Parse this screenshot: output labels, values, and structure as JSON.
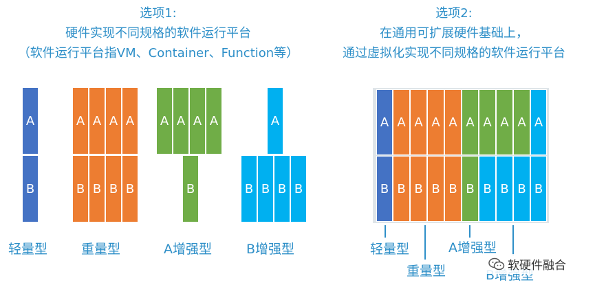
{
  "left_heading": {
    "line1": "选项1:",
    "line2": "硬件实现不同规格的软件运行平台",
    "line3": "（软件运行平台指VM、Container、Function等）"
  },
  "right_heading": {
    "line1": "选项2:",
    "line2": "在通用可扩展硬件基础上，",
    "line3": "通过虚拟化实现不同规格的软件运行平台"
  },
  "block_a": "A",
  "block_b": "B",
  "variants": {
    "light": "轻量型",
    "heavy": "重量型",
    "a_enhanced": "A增强型",
    "b_enhanced": "B增强型"
  },
  "watermark": {
    "text": "软硬件融合",
    "icon": "wechat-icon"
  },
  "colors": {
    "light": "#4472c4",
    "heavy": "#ed7d31",
    "a_enhanced": "#70ad47",
    "b_enhanced": "#00b0f0",
    "text": "#2e8fc8"
  }
}
